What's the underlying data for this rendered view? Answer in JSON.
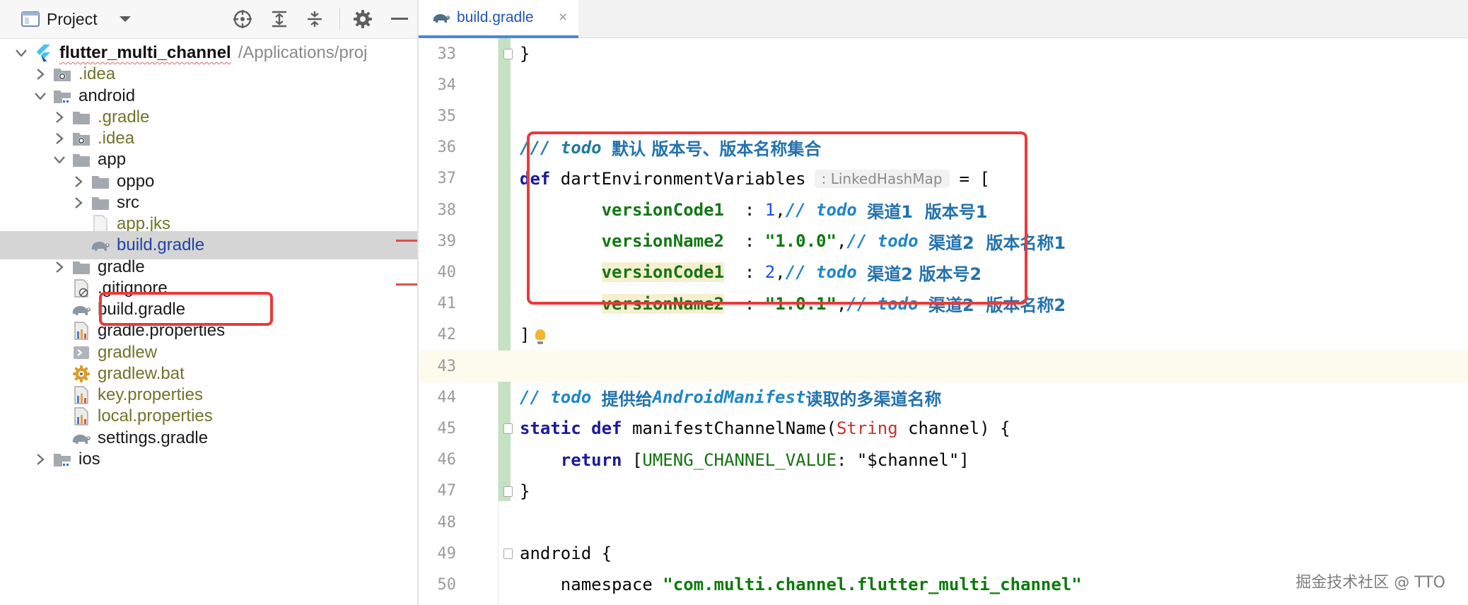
{
  "project_panel": {
    "title": "Project",
    "toolbar": [
      {
        "name": "crosshair-locate-icon"
      },
      {
        "name": "expand-all-icon"
      },
      {
        "name": "collapse-all-icon"
      },
      {
        "name": "gear-icon"
      },
      {
        "name": "minimize-icon"
      }
    ],
    "tree": [
      {
        "label": "flutter_multi_channel",
        "path": "/Applications/proj",
        "arrow": "down",
        "icon": "flutter-icon",
        "style": "root"
      },
      {
        "label": ".idea",
        "arrow": "right",
        "icon": "folder-settings-icon",
        "style": "olive"
      },
      {
        "label": "android",
        "arrow": "down",
        "icon": "folder-module-icon",
        "style": "dark"
      },
      {
        "label": ".gradle",
        "arrow": "right",
        "icon": "folder-icon",
        "style": "olive"
      },
      {
        "label": ".idea",
        "arrow": "right",
        "icon": "folder-settings-icon",
        "style": "olive"
      },
      {
        "label": "app",
        "arrow": "down",
        "icon": "folder-icon",
        "style": "dark"
      },
      {
        "label": "oppo",
        "arrow": "right",
        "icon": "folder-icon",
        "style": "dark"
      },
      {
        "label": "src",
        "arrow": "right",
        "icon": "folder-icon",
        "style": "dark"
      },
      {
        "label": "app.jks",
        "icon": "file-icon",
        "style": "olive"
      },
      {
        "label": "build.gradle",
        "icon": "gradle-icon",
        "style": "blue",
        "selected": true
      },
      {
        "label": "gradle",
        "arrow": "right",
        "icon": "folder-icon",
        "style": "dark"
      },
      {
        "label": ".gitignore",
        "icon": "gitignore-icon",
        "style": "dark"
      },
      {
        "label": "build.gradle",
        "icon": "gradle-icon",
        "style": "dark"
      },
      {
        "label": "gradle.properties",
        "icon": "properties-icon",
        "style": "dark"
      },
      {
        "label": "gradlew",
        "icon": "script-icon",
        "style": "olive"
      },
      {
        "label": "gradlew.bat",
        "icon": "bat-gear-icon",
        "style": "olive"
      },
      {
        "label": "key.properties",
        "icon": "properties-icon",
        "style": "olive"
      },
      {
        "label": "local.properties",
        "icon": "properties-icon",
        "style": "olive"
      },
      {
        "label": "settings.gradle",
        "icon": "gradle-icon",
        "style": "dark"
      },
      {
        "label": "ios",
        "arrow": "right",
        "icon": "folder-module-icon",
        "style": "dark"
      }
    ]
  },
  "editor": {
    "tab": {
      "label": "build.gradle",
      "icon": "gradle-icon",
      "close": "×"
    },
    "lines": [
      {
        "no": "33",
        "fold": true,
        "tokens": [
          {
            "t": "}",
            "c": "plain"
          }
        ]
      },
      {
        "no": "34",
        "tokens": []
      },
      {
        "no": "35",
        "tokens": []
      },
      {
        "no": "36",
        "tokens": [
          {
            "t": "/// ",
            "c": "doc"
          },
          {
            "t": "todo",
            "c": "doc"
          },
          {
            "t": " ",
            "c": "doc"
          },
          {
            "t": "默认 版本号、版本名称集合",
            "c": "cjk"
          }
        ]
      },
      {
        "no": "37",
        "tokens": [
          {
            "t": "def",
            "c": "kw"
          },
          {
            "t": " dartEnvironmentVariables",
            "c": "plain"
          },
          {
            "t": ": LinkedHashMap",
            "c": "hint"
          },
          {
            "t": "= [",
            "c": "plain"
          }
        ]
      },
      {
        "no": "38",
        "tokens": [
          {
            "t": "        ",
            "c": "plain"
          },
          {
            "t": "versionCode1",
            "c": "key"
          },
          {
            "t": "  : ",
            "c": "plain"
          },
          {
            "t": "1",
            "c": "num"
          },
          {
            "t": ",",
            "c": "plain"
          },
          {
            "t": "// ",
            "c": "todo"
          },
          {
            "t": "todo",
            "c": "todo"
          },
          {
            "t": " ",
            "c": "todo"
          },
          {
            "t": "渠道1  版本号1",
            "c": "cjk"
          }
        ]
      },
      {
        "no": "39",
        "tokens": [
          {
            "t": "        ",
            "c": "plain"
          },
          {
            "t": "versionName2",
            "c": "key"
          },
          {
            "t": "  : ",
            "c": "plain"
          },
          {
            "t": "\"1.0.0\"",
            "c": "str"
          },
          {
            "t": ",",
            "c": "plain"
          },
          {
            "t": "// ",
            "c": "todo"
          },
          {
            "t": "todo",
            "c": "todo"
          },
          {
            "t": " ",
            "c": "todo"
          },
          {
            "t": "渠道2  版本名称1",
            "c": "cjk"
          }
        ]
      },
      {
        "no": "40",
        "tokens": [
          {
            "t": "        ",
            "c": "plain"
          },
          {
            "t": "versionCode1",
            "c": "key hl"
          },
          {
            "t": "  : ",
            "c": "plain"
          },
          {
            "t": "2",
            "c": "num"
          },
          {
            "t": ",",
            "c": "plain"
          },
          {
            "t": "// ",
            "c": "todo"
          },
          {
            "t": "todo",
            "c": "todo"
          },
          {
            "t": " ",
            "c": "todo"
          },
          {
            "t": "渠道2 版本号2",
            "c": "cjk"
          }
        ]
      },
      {
        "no": "41",
        "tokens": [
          {
            "t": "        ",
            "c": "plain"
          },
          {
            "t": "versionName2",
            "c": "key hl"
          },
          {
            "t": "  : ",
            "c": "plain"
          },
          {
            "t": "\"1.0.1\"",
            "c": "str"
          },
          {
            "t": ",",
            "c": "plain"
          },
          {
            "t": "// ",
            "c": "todo"
          },
          {
            "t": "todo",
            "c": "todo"
          },
          {
            "t": " ",
            "c": "todo"
          },
          {
            "t": "渠道2  版本名称2",
            "c": "cjk"
          }
        ]
      },
      {
        "no": "42",
        "bulb": true,
        "tokens": [
          {
            "t": "]",
            "c": "plain"
          }
        ]
      },
      {
        "no": "43",
        "caret": true,
        "tokens": []
      },
      {
        "no": "44",
        "tokens": [
          {
            "t": "// ",
            "c": "todo"
          },
          {
            "t": "todo",
            "c": "todo"
          },
          {
            "t": " ",
            "c": "todo"
          },
          {
            "t": "提供给",
            "c": "cjk"
          },
          {
            "t": "AndroidManifest",
            "c": "todo"
          },
          {
            "t": "读取的多渠道名称",
            "c": "cjk"
          }
        ]
      },
      {
        "no": "45",
        "fold": true,
        "tokens": [
          {
            "t": "static",
            "c": "kw"
          },
          {
            "t": " ",
            "c": "plain"
          },
          {
            "t": "def",
            "c": "kw"
          },
          {
            "t": " manifestChannelName(",
            "c": "plain"
          },
          {
            "t": "String",
            "c": "type"
          },
          {
            "t": " channel) {",
            "c": "plain"
          }
        ]
      },
      {
        "no": "46",
        "tokens": [
          {
            "t": "    ",
            "c": "plain"
          },
          {
            "t": "return",
            "c": "kw"
          },
          {
            "t": " [",
            "c": "plain"
          },
          {
            "t": "UMENG_CHANNEL_VALUE",
            "c": "const"
          },
          {
            "t": ": \"$channel\"]",
            "c": "plain"
          }
        ]
      },
      {
        "no": "47",
        "fold": true,
        "tokens": [
          {
            "t": "}",
            "c": "plain"
          }
        ]
      },
      {
        "no": "48",
        "tokens": []
      },
      {
        "no": "49",
        "fold": true,
        "tokens": [
          {
            "t": "android {",
            "c": "plain"
          }
        ]
      },
      {
        "no": "50",
        "tokens": [
          {
            "t": "    namespace ",
            "c": "plain"
          },
          {
            "t": "\"com.multi.channel.flutter_multi_channel\"",
            "c": "str"
          }
        ]
      }
    ]
  },
  "watermark": "掘金技术社区 @ TTO",
  "colors": {
    "highlight_box": "#ea3a3a",
    "tab_accent": "#4a86dd",
    "change_bar": "#c4e2c1"
  }
}
